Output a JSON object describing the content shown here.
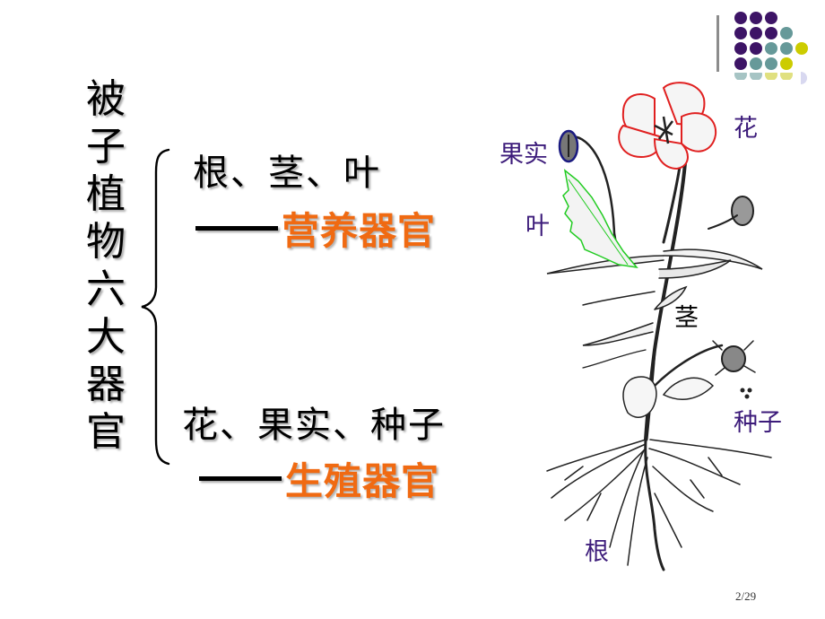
{
  "slide": {
    "vertical_title": [
      "被",
      "子",
      "植",
      "物",
      "六",
      "大",
      "器",
      "官"
    ],
    "groups": [
      {
        "organs_text": "根、茎、叶",
        "dash": "——",
        "category": "营养器官"
      },
      {
        "organs_text": "花、果实、种子",
        "dash": "——",
        "category": "生殖器官"
      }
    ],
    "figure_labels": {
      "flower": "花",
      "fruit": "果实",
      "leaf": "叶",
      "stem": "茎",
      "seed": "种子",
      "root": "根"
    },
    "page_number": "2/29"
  },
  "theme": {
    "accent_orange": "#f06a12",
    "label_purple": "#3c1b7a",
    "dot_purple": "#3d1466",
    "dot_teal": "#669999",
    "dot_yellow": "#cccc00",
    "dot_lavender": "#d8d8f0"
  }
}
